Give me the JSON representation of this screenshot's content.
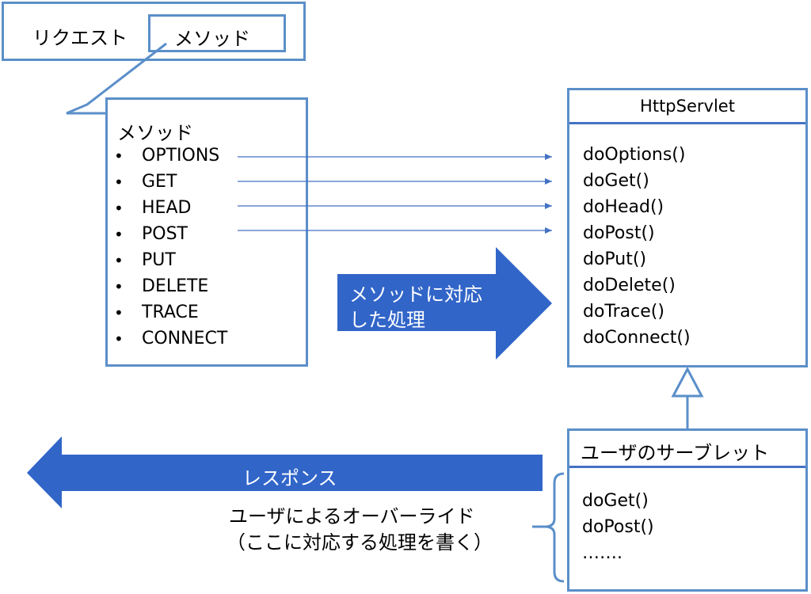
{
  "request_box": {
    "label": "リクエスト",
    "method_label": "メソッド"
  },
  "methods_box": {
    "title": "メソッド",
    "items": [
      "OPTIONS",
      "GET",
      "HEAD",
      "POST",
      "PUT",
      "DELETE",
      "TRACE",
      "CONNECT"
    ],
    "bullet": "•"
  },
  "httpservlet": {
    "title": "HttpServlet",
    "methods": [
      "doOptions()",
      "doGet()",
      "doHead()",
      "doPost()",
      "doPut()",
      "doDelete()",
      "doTrace()",
      "doConnect()"
    ]
  },
  "big_arrow": {
    "line1": "メソッドに対応",
    "line2": "した処理"
  },
  "user_servlet": {
    "title": "ユーザのサーブレット",
    "methods": [
      "doGet()",
      "doPost()",
      "……."
    ]
  },
  "response_arrow": {
    "label": "レスポンス"
  },
  "override_note": {
    "line1": "ユーザによるオーバーライド",
    "line2": "（ここに対応する処理を書く）"
  },
  "colors": {
    "border": "#5b8fc9",
    "arrow_fill": "#3165c8",
    "thin_arrow": "#4472c4"
  }
}
